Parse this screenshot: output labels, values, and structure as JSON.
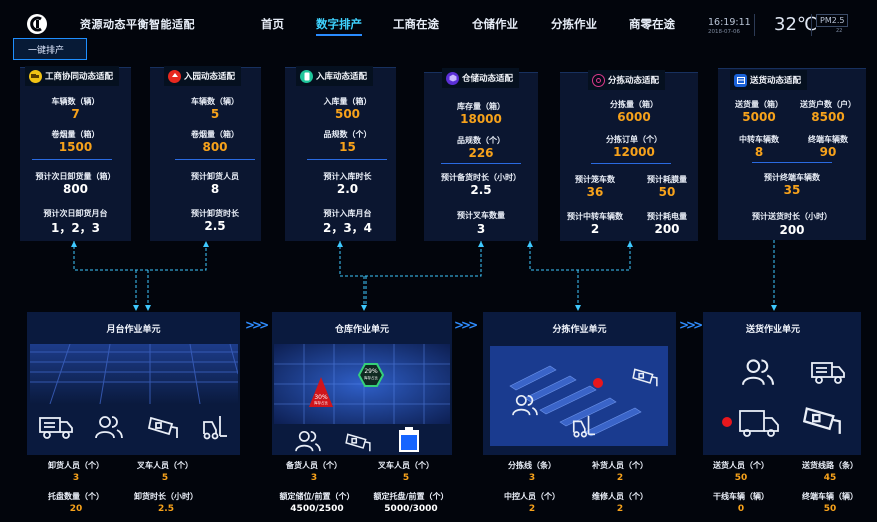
{
  "header": {
    "app_title": "资源动态平衡智能适配",
    "nav": [
      "首页",
      "数字排产",
      "工商在途",
      "仓储作业",
      "分拣作业",
      "商零在途"
    ],
    "active_nav": "数字排产",
    "time": "16:19:11",
    "date": "2018-07-06",
    "temperature": "32℃",
    "aqi_label": "PM2.5",
    "aqi_value": "22"
  },
  "one_key_button": "一键排产",
  "cards": {
    "c1": {
      "title": "工商协同动态适配",
      "l1": "车辆数（辆）",
      "v1": "7",
      "l2": "卷烟量（箱）",
      "v2": "1500",
      "l3": "预计次日卸货量（箱）",
      "v3": "800",
      "l4": "预计次日卸货月台",
      "v4": "1，2，3"
    },
    "c2": {
      "title": "入园动态适配",
      "l1": "车辆数（辆）",
      "v1": "5",
      "l2": "卷烟量（箱）",
      "v2": "800",
      "l3": "预计卸货人员",
      "v3": "8",
      "l4": "预计卸货时长",
      "v4": "2.5"
    },
    "c3": {
      "title": "入库动态适配",
      "l1": "入库量（箱）",
      "v1": "500",
      "l2": "品规数（个）",
      "v2": "15",
      "l3": "预计入库时长",
      "v3": "2.0",
      "l4": "预计入库月台",
      "v4": "2，3，4"
    },
    "c4": {
      "title": "仓储动态适配",
      "l1": "库存量（箱）",
      "v1": "18000",
      "l2": "品规数（个）",
      "v2": "226",
      "l3": "预计备货时长（小时）",
      "v3": "2.5",
      "l4": "预计叉车数量",
      "v4": "3"
    },
    "c5": {
      "title": "分拣动态适配",
      "l1": "分拣量（箱）",
      "v1": "6000",
      "l2": "分拣订单（个）",
      "v2": "12000",
      "l3a": "预计笼车数",
      "v3a": "36",
      "l3b": "预计耗膜量",
      "v3b": "50",
      "l4a": "预计中转车辆数",
      "v4a": "2",
      "l4b": "预计耗电量",
      "v4b": "200"
    },
    "c6": {
      "title": "送货动态适配",
      "l1a": "送货量（箱）",
      "v1a": "5000",
      "l1b": "送货户数（户）",
      "v1b": "8500",
      "l2a": "中转车辆数",
      "v2a": "8",
      "l2b": "终端车辆数",
      "v2b": "90",
      "l3": "预计终端车辆数",
      "v3": "35",
      "l4": "预计送货时长（小时）",
      "v4": "200"
    }
  },
  "units": {
    "u1": {
      "title": "月台作业单元",
      "l1": "卸货人员（个）",
      "v1": "3",
      "l2": "叉车人员（个）",
      "v2": "5",
      "l3": "托盘数量（个）",
      "v3": "20",
      "l4": "卸货时长（小时）",
      "v4": "2.5"
    },
    "u2": {
      "title": "仓库作业单元",
      "l1": "备货人员（个）",
      "v1": "3",
      "l2": "叉车人员（个）",
      "v2": "5",
      "l3": "额定储位/前置（个）",
      "v3": "4500/2500",
      "l4": "额定托盘/前置（个）",
      "v4": "5000/3000",
      "gauge_red": "30%",
      "gauge_red_sub": "库存占比",
      "gauge_green": "29%",
      "gauge_green_sub": "库存占比"
    },
    "u3": {
      "title": "分拣作业单元",
      "l1": "分拣线（条）",
      "v1": "3",
      "l2": "补货人员（个）",
      "v2": "2",
      "l3": "中控人员（个）",
      "v3": "2",
      "l4": "维修人员（个）",
      "v4": "2"
    },
    "u4": {
      "title": "送货作业单元",
      "l1": "送货人员（个）",
      "v1": "50",
      "l2": "送货线路（条）",
      "v2": "45",
      "l3": "干线车辆（辆）",
      "v3": "0",
      "l4": "终端车辆（辆）",
      "v4": "50"
    }
  },
  "colors": {
    "accent": "#3fd3ff",
    "value": "#f7a21b",
    "panel": "#0b1630",
    "unit": "#0a1a3e"
  }
}
